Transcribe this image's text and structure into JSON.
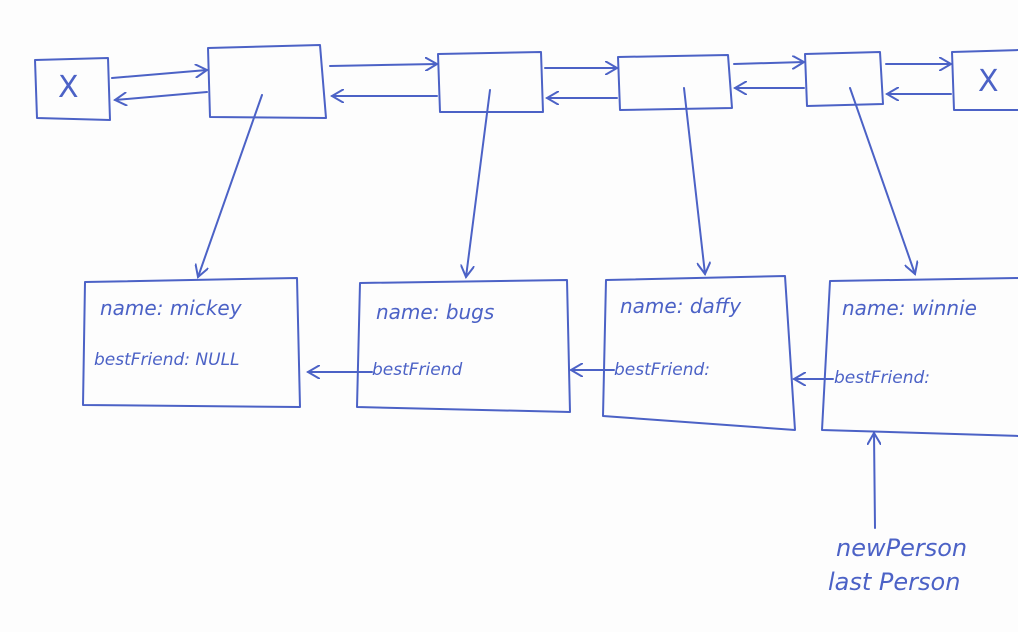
{
  "colors": {
    "ink": "#4c62c6",
    "paper": "#fdfdfd"
  },
  "sentinels": {
    "head": "X",
    "tail": "X"
  },
  "persons": [
    {
      "name": "name: mickey",
      "best_friend": "bestFriend: NULL"
    },
    {
      "name": "name: bugs",
      "best_friend": "bestFriend"
    },
    {
      "name": "name: daffy",
      "best_friend": "bestFriend:"
    },
    {
      "name": "name: winnie",
      "best_friend": "bestFriend:"
    }
  ],
  "pointers": {
    "new_person": "newPerson",
    "last_person": "last Person"
  }
}
